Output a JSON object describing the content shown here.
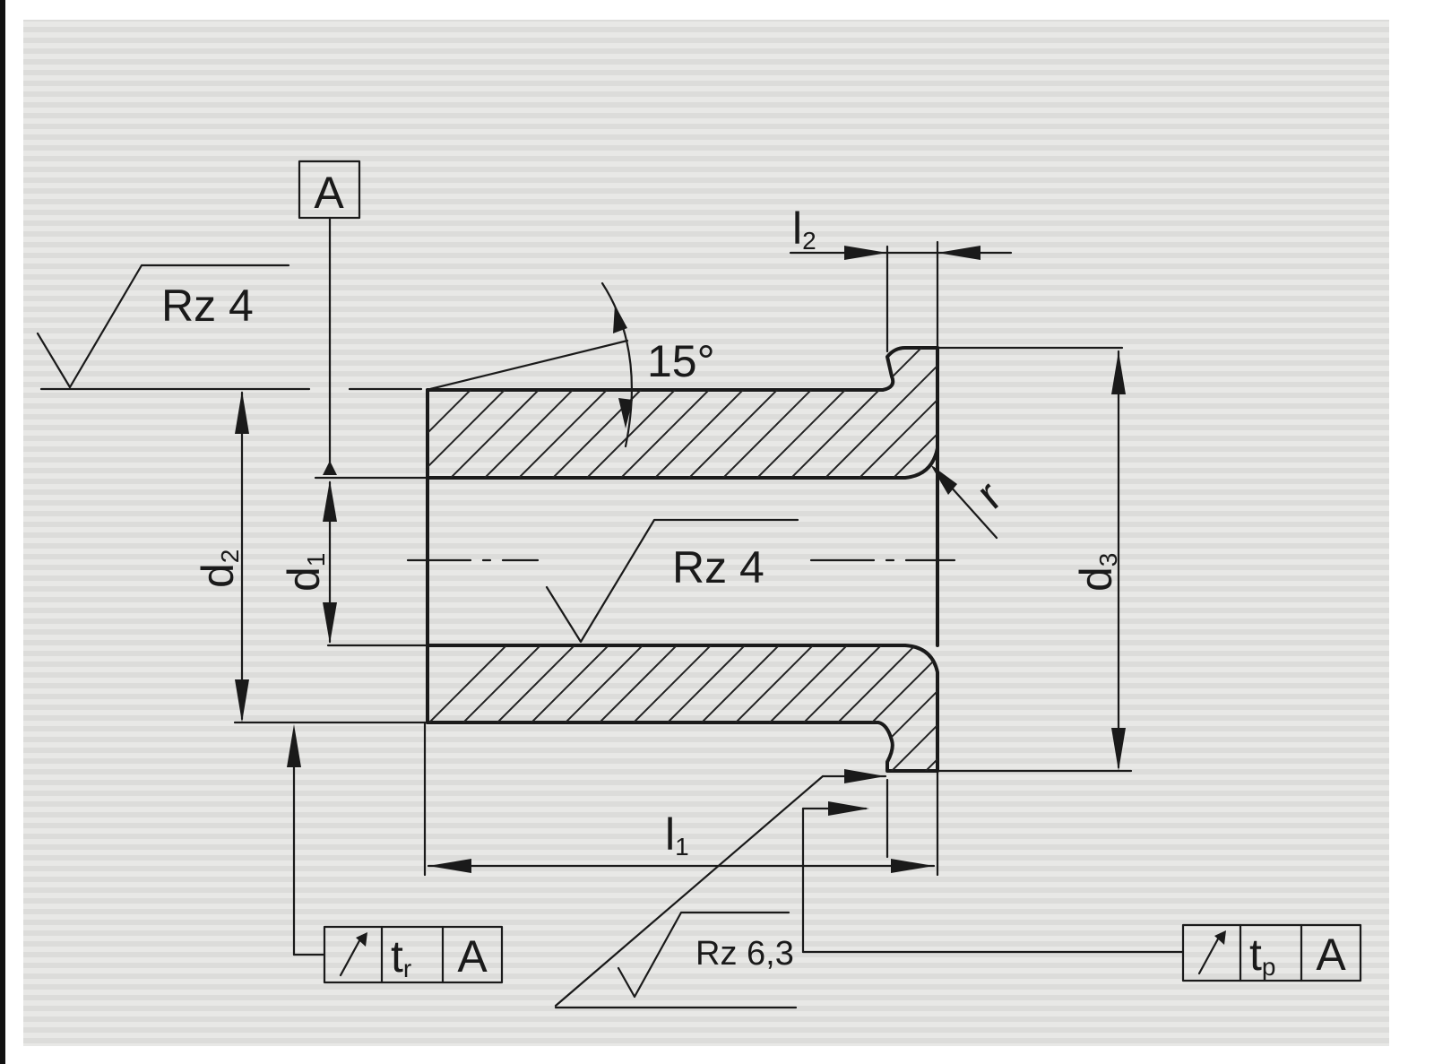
{
  "colors": {
    "background": "#e8e8e6",
    "stripe": "#dcdcda",
    "frame_edge": "#111111",
    "line": "#1a1a1a"
  },
  "datum": {
    "letter": "A"
  },
  "surface_finish": {
    "outer_diameter": "Rz 4",
    "bore": "Rz 4",
    "flange_face": "Rz 6,3"
  },
  "angle": {
    "label": "15°"
  },
  "dimensions": {
    "l1": {
      "main": "l",
      "sub": "1"
    },
    "l2": {
      "main": "l",
      "sub": "2"
    },
    "d1": {
      "main": "d",
      "sub": "1"
    },
    "d2": {
      "main": "d",
      "sub": "2"
    },
    "d3": {
      "main": "d",
      "sub": "3"
    },
    "r": {
      "main": "r"
    }
  },
  "tolerance_frames": {
    "radial": {
      "symbol": "runout-arrow-icon",
      "value_main": "t",
      "value_sub": "r",
      "datum": "A"
    },
    "axial": {
      "symbol": "runout-arrow-icon",
      "value_main": "t",
      "value_sub": "p",
      "datum": "A"
    }
  }
}
